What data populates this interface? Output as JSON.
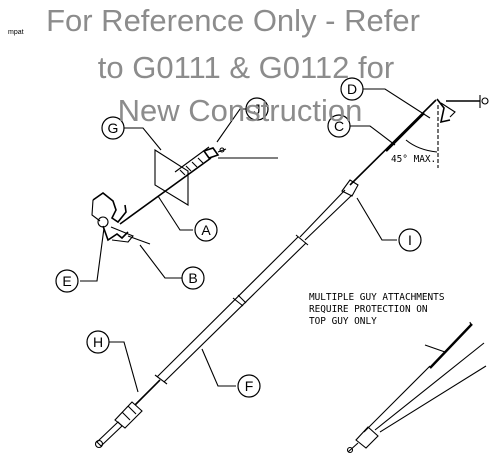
{
  "corner_text": "mpat",
  "watermark": {
    "line1": "For Reference Only - Refer",
    "line2": "to G0111 & G0112 for",
    "line3": "New Construction"
  },
  "callouts": {
    "A": "A",
    "B": "B",
    "C": "C",
    "D": "D",
    "E": "E",
    "F": "F",
    "G": "G",
    "H": "H",
    "I": "I",
    "J": "J"
  },
  "angle_label": "45° MAX.",
  "note": {
    "line1": "MULTIPLE GUY ATTACHMENTS",
    "line2": "REQUIRE PROTECTION ON",
    "line3": "TOP GUY ONLY"
  }
}
